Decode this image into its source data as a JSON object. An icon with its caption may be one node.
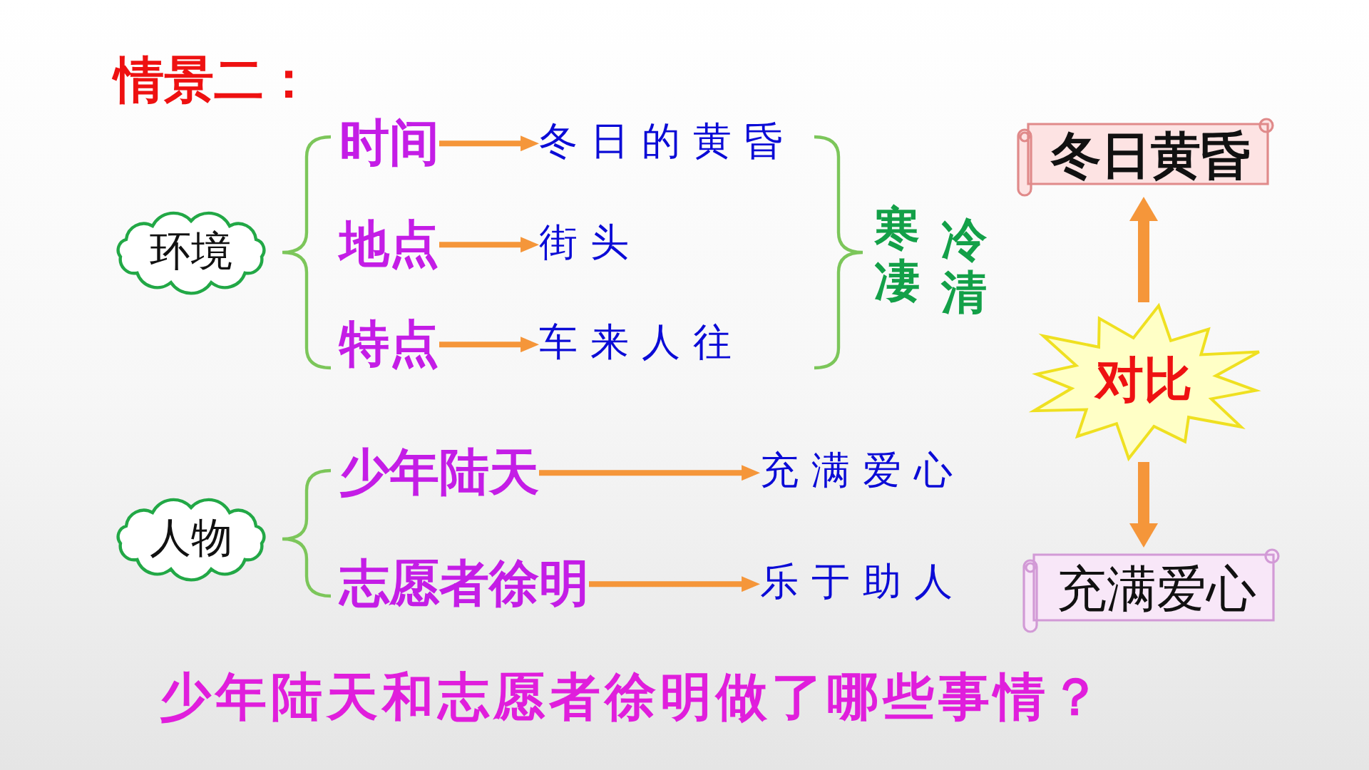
{
  "diagram": {
    "title": "情景二：",
    "nodes": [
      {
        "text": [
          "环境"
        ]
      },
      {
        "text": [
          "时间"
        ]
      },
      {
        "text": [
          "冬日的黄昏"
        ]
      },
      {
        "text": [
          "地点"
        ]
      },
      {
        "text": [
          "街头"
        ]
      },
      {
        "text": [
          "特点"
        ]
      },
      {
        "text": [
          "车来人往"
        ]
      },
      {
        "text": [
          "冬日黄昏"
        ]
      },
      {
        "text": [
          "对比"
        ]
      },
      {
        "text": [
          "充满爱心"
        ]
      },
      {
        "text": [
          "人物"
        ]
      },
      {
        "text": [
          "少年陆天"
        ]
      },
      {
        "text": [
          "充满爱心"
        ]
      },
      {
        "text": [
          "志愿者徐明"
        ]
      },
      {
        "text": [
          "乐于助人"
        ]
      }
    ],
    "edges": [
      {
        "from": 1,
        "to": 2,
        "arrow": "to"
      },
      {
        "from": 3,
        "to": 4,
        "arrow": "to"
      },
      {
        "from": 5,
        "to": 6,
        "arrow": "to"
      },
      {
        "from": 8,
        "to": 7,
        "arrow": "to",
        "style": "thick"
      },
      {
        "from": 8,
        "to": 9,
        "arrow": "to",
        "style": "thick"
      },
      {
        "from": 11,
        "to": 12,
        "arrow": "to"
      },
      {
        "from": 13,
        "to": 14,
        "arrow": "to"
      }
    ],
    "labels": [
      "寒凄",
      "冷清",
      "少年陆天和志愿者徐明做了哪些事情？"
    ]
  }
}
